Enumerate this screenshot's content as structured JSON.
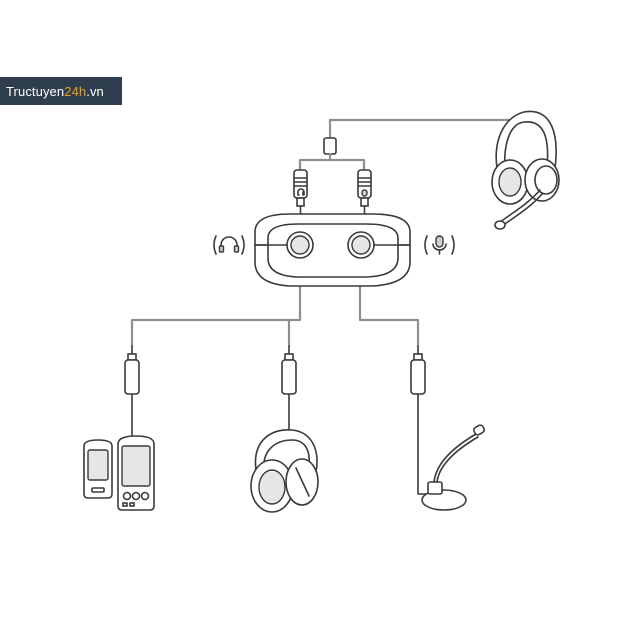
{
  "watermark": {
    "part1": "Tructuyen",
    "part2": "24h",
    "part3": ".vn",
    "accent_color": "#f39a1e",
    "background_color": "#2f3e4c"
  },
  "diagram": {
    "hub": {
      "name": "audio-splitter-hub",
      "ports": [
        "headphone-output-jack",
        "microphone-input-jack"
      ]
    },
    "devices": [
      "usb-headset",
      "desktop-speakers",
      "over-ear-headphones",
      "desk-microphone"
    ],
    "icons": [
      "headphone-icon",
      "microphone-icon"
    ]
  }
}
